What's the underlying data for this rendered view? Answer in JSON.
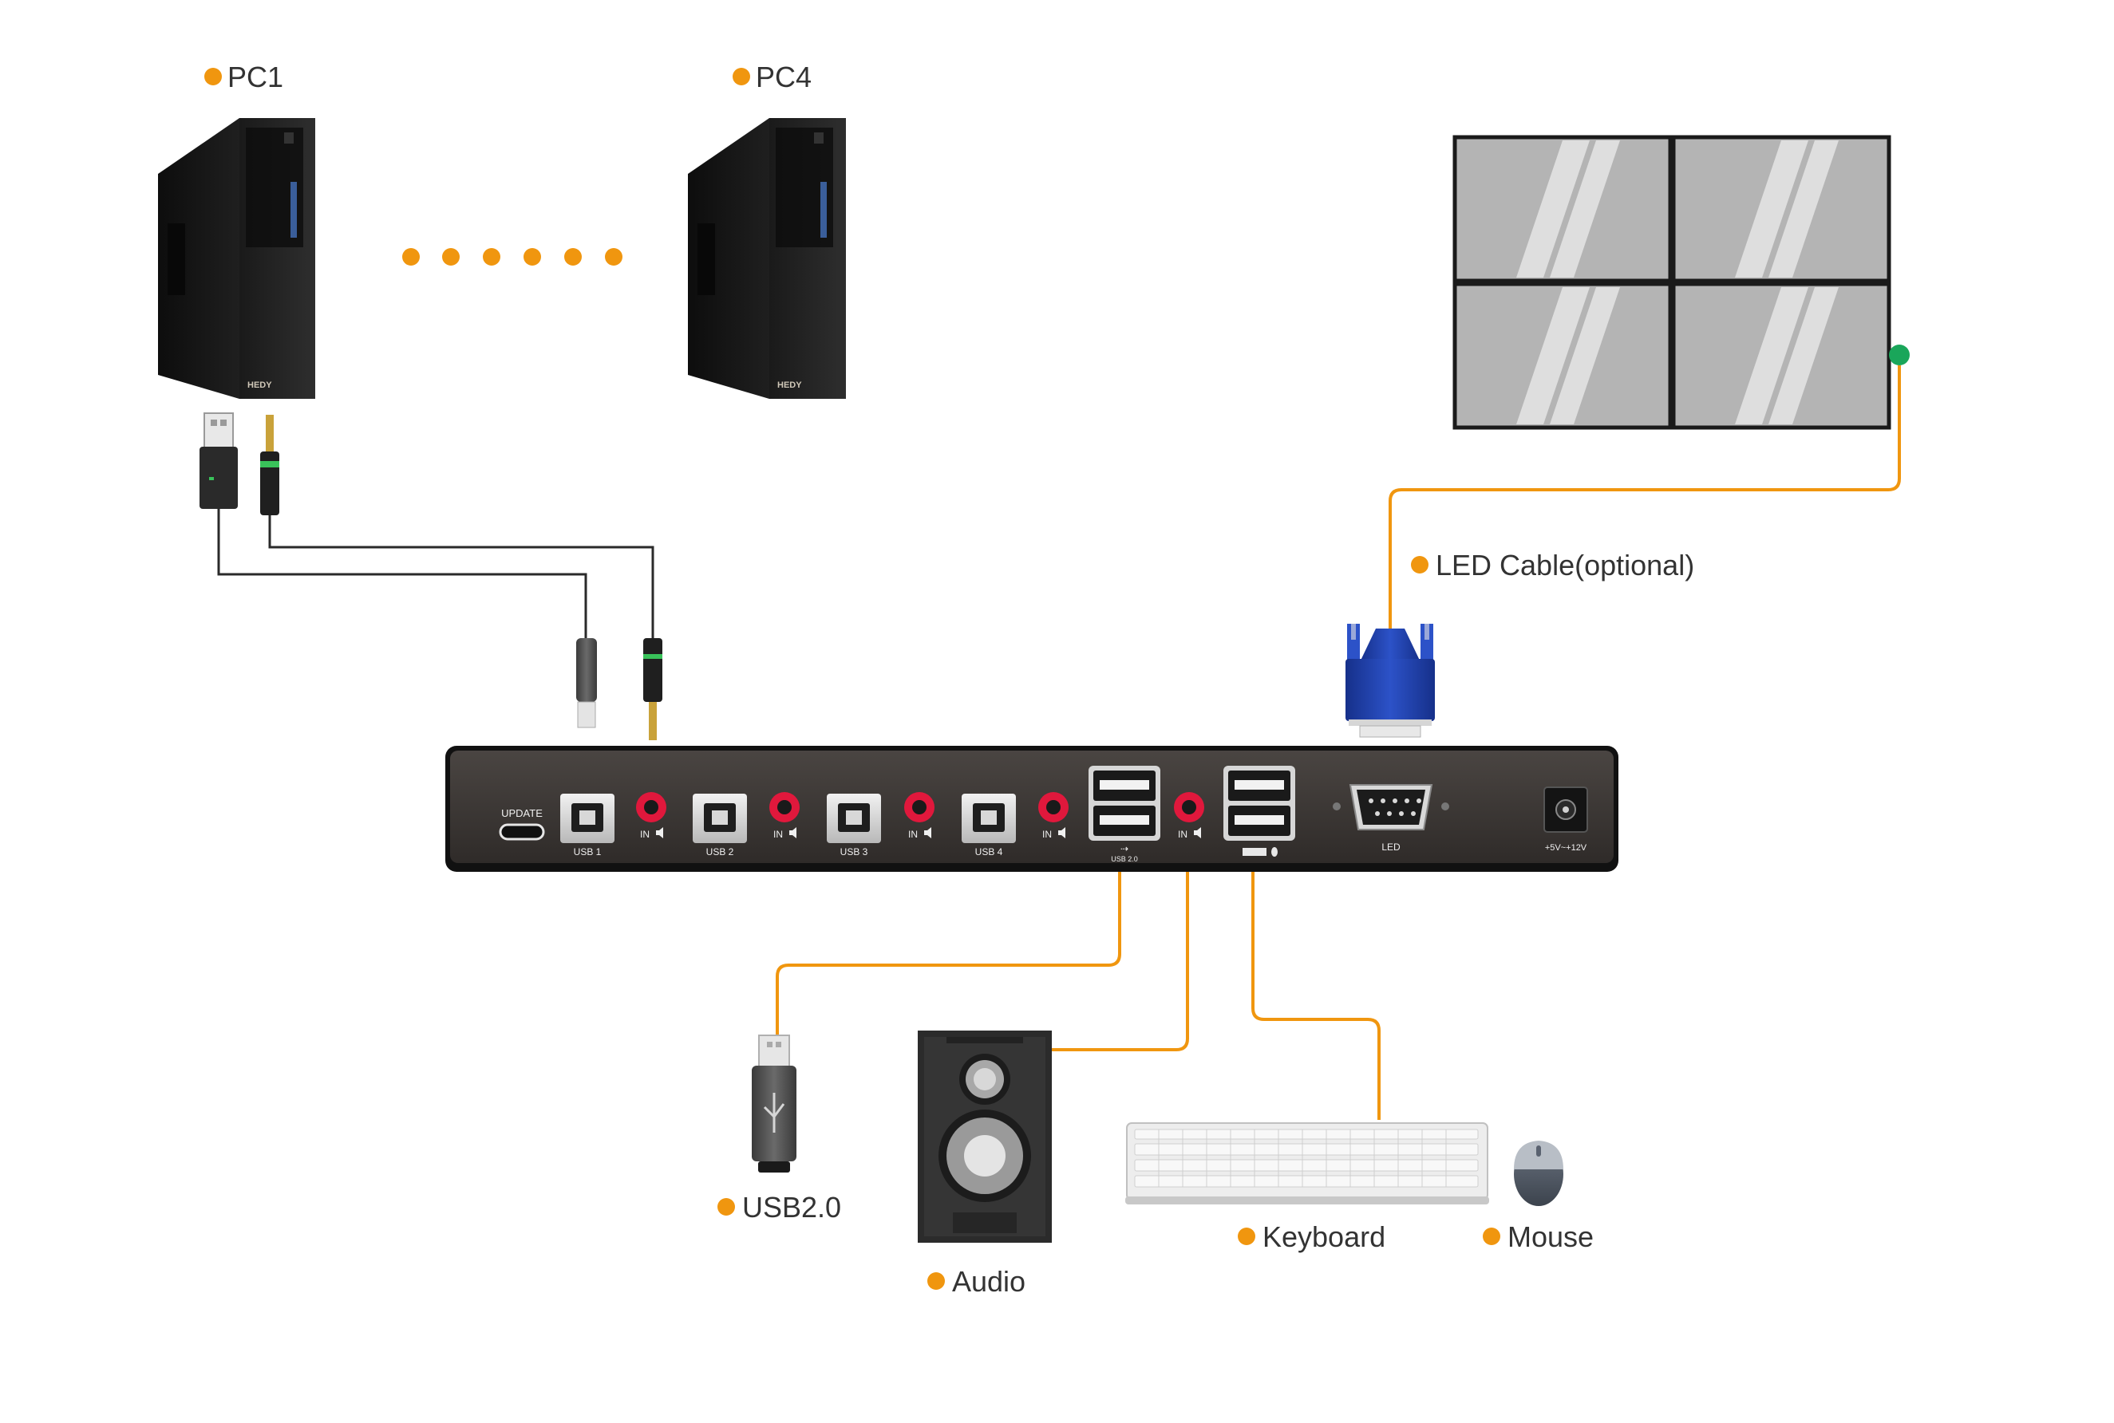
{
  "labels": {
    "pc1": "PC1",
    "pc4": "PC4",
    "led_cable": "LED Cable(optional)",
    "usb20": "USB2.0",
    "audio": "Audio",
    "keyboard": "Keyboard",
    "mouse": "Mouse"
  },
  "pc_brand": "HEDY",
  "panel": {
    "update": "UPDATE",
    "usb_ports": [
      "USB 1",
      "USB 2",
      "USB 3",
      "USB 4"
    ],
    "audio_in": "IN",
    "usb20_label": "USB 2.0",
    "led": "LED",
    "power": "+5V~+12V"
  },
  "colors": {
    "accent": "#f0960f",
    "connector_dot": "#1aa65a",
    "device_body": "#3d3835",
    "screen_fill": "#b4b4b4",
    "vga_blue": "#1f3fa8",
    "port_red": "#e0183c"
  },
  "icons": {
    "dot": "orange-dot-icon",
    "ellipsis": "ellipsis-dots-icon"
  }
}
